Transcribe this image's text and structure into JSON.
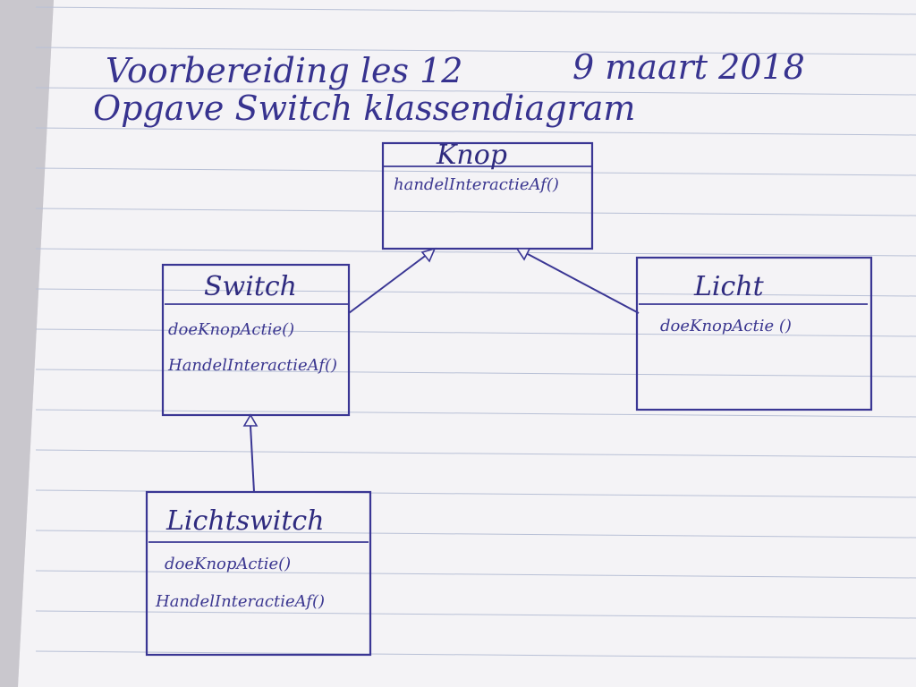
{
  "title": {
    "line1": "Voorbereiding les 12",
    "date": "9 maart 2018",
    "line2": "Opgave Switch klassendiagram"
  },
  "classes": {
    "knop": {
      "name": "Knop",
      "methods": [
        "handelInteractieAf()"
      ]
    },
    "switch": {
      "name": "Switch",
      "methods": [
        "doeKnopActie()",
        "HandelInteractieAf()"
      ]
    },
    "licht": {
      "name": "Licht",
      "methods": [
        "doeKnopActie ()"
      ]
    },
    "lichtswitch": {
      "name": "Lichtswitch",
      "methods": [
        "doeKnopActie()",
        "HandelInteractieAf()"
      ]
    }
  },
  "colors": {
    "ink": "#3a3694",
    "paper": "#f4f3f6",
    "rule_lines": "#b8c0d6"
  }
}
